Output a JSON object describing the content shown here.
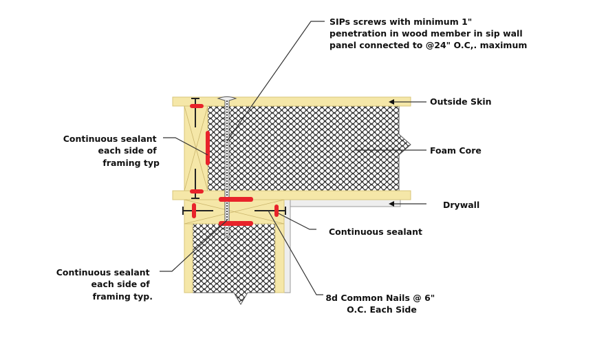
{
  "title": "SIP wall corner connection detail",
  "labels": {
    "screws": [
      "SIPs screws with minimum 1\"",
      "penetration in wood member in sip wall",
      "panel connected to @24\" O.C,. maximum"
    ],
    "outside_skin": "Outside Skin",
    "foam_core": "Foam Core",
    "drywall": "Drywall",
    "continuous_sealant": "Continuous sealant",
    "sealant_upper": [
      "Continuous sealant",
      "each side of",
      "framing typ"
    ],
    "sealant_lower": [
      "Continuous sealant",
      "each side of",
      "framing typ."
    ],
    "nails": [
      "8d Common Nails @ 6\"",
      "O.C. Each Side"
    ]
  },
  "colors": {
    "wood": "#f5e7a8",
    "sealant": "#e8232a",
    "foam": "#d9d9d9",
    "drywall": "#eeeeee"
  }
}
